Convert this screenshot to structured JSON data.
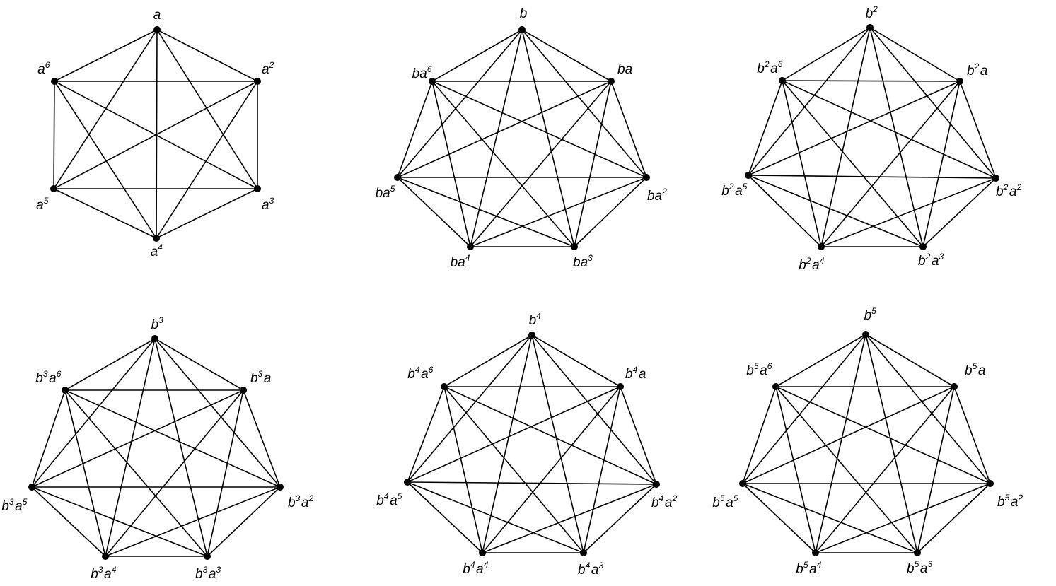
{
  "colors": {
    "edge": "#000000",
    "node": "#000000",
    "background": "#ffffff"
  },
  "graphs": [
    {
      "name": "graph-a",
      "vertices": [
        {
          "label": [
            [
              "a",
              ""
            ]
          ]
        },
        {
          "label": [
            [
              "a",
              "2"
            ]
          ]
        },
        {
          "label": [
            [
              "a",
              "3"
            ]
          ]
        },
        {
          "label": [
            [
              "a",
              "4"
            ]
          ]
        },
        {
          "label": [
            [
              "a",
              "5"
            ]
          ]
        },
        {
          "label": [
            [
              "a",
              "6"
            ]
          ]
        }
      ]
    },
    {
      "name": "graph-b",
      "vertices": [
        {
          "label": [
            [
              "b",
              ""
            ]
          ]
        },
        {
          "label": [
            [
              "b",
              ""
            ],
            [
              "a",
              ""
            ]
          ]
        },
        {
          "label": [
            [
              "b",
              ""
            ],
            [
              "a",
              "2"
            ]
          ]
        },
        {
          "label": [
            [
              "b",
              ""
            ],
            [
              "a",
              "3"
            ]
          ]
        },
        {
          "label": [
            [
              "b",
              ""
            ],
            [
              "a",
              "4"
            ]
          ]
        },
        {
          "label": [
            [
              "b",
              ""
            ],
            [
              "a",
              "5"
            ]
          ]
        },
        {
          "label": [
            [
              "b",
              ""
            ],
            [
              "a",
              "6"
            ]
          ]
        }
      ]
    },
    {
      "name": "graph-b2",
      "vertices": [
        {
          "label": [
            [
              "b",
              "2"
            ]
          ]
        },
        {
          "label": [
            [
              "b",
              "2"
            ],
            [
              "a",
              ""
            ]
          ]
        },
        {
          "label": [
            [
              "b",
              "2"
            ],
            [
              "a",
              "2"
            ]
          ]
        },
        {
          "label": [
            [
              "b",
              "2"
            ],
            [
              "a",
              "3"
            ]
          ]
        },
        {
          "label": [
            [
              "b",
              "2"
            ],
            [
              "a",
              "4"
            ]
          ]
        },
        {
          "label": [
            [
              "b",
              "2"
            ],
            [
              "a",
              "5"
            ]
          ]
        },
        {
          "label": [
            [
              "b",
              "2"
            ],
            [
              "a",
              "6"
            ]
          ]
        }
      ]
    },
    {
      "name": "graph-b3",
      "vertices": [
        {
          "label": [
            [
              "b",
              "3"
            ]
          ]
        },
        {
          "label": [
            [
              "b",
              "3"
            ],
            [
              "a",
              ""
            ]
          ]
        },
        {
          "label": [
            [
              "b",
              "3"
            ],
            [
              "a",
              "2"
            ]
          ]
        },
        {
          "label": [
            [
              "b",
              "3"
            ],
            [
              "a",
              "3"
            ]
          ]
        },
        {
          "label": [
            [
              "b",
              "3"
            ],
            [
              "a",
              "4"
            ]
          ]
        },
        {
          "label": [
            [
              "b",
              "3"
            ],
            [
              "a",
              "5"
            ]
          ]
        },
        {
          "label": [
            [
              "b",
              "3"
            ],
            [
              "a",
              "6"
            ]
          ]
        }
      ]
    },
    {
      "name": "graph-b4",
      "vertices": [
        {
          "label": [
            [
              "b",
              "4"
            ]
          ]
        },
        {
          "label": [
            [
              "b",
              "4"
            ],
            [
              "a",
              ""
            ]
          ]
        },
        {
          "label": [
            [
              "b",
              "4"
            ],
            [
              "a",
              "2"
            ]
          ]
        },
        {
          "label": [
            [
              "b",
              "4"
            ],
            [
              "a",
              "3"
            ]
          ]
        },
        {
          "label": [
            [
              "b",
              "4"
            ],
            [
              "a",
              "4"
            ]
          ]
        },
        {
          "label": [
            [
              "b",
              "4"
            ],
            [
              "a",
              "5"
            ]
          ]
        },
        {
          "label": [
            [
              "b",
              "4"
            ],
            [
              "a",
              "6"
            ]
          ]
        }
      ]
    },
    {
      "name": "graph-b5",
      "vertices": [
        {
          "label": [
            [
              "b",
              "5"
            ]
          ]
        },
        {
          "label": [
            [
              "b",
              "5"
            ],
            [
              "a",
              ""
            ]
          ]
        },
        {
          "label": [
            [
              "b",
              "5"
            ],
            [
              "a",
              "2"
            ]
          ]
        },
        {
          "label": [
            [
              "b",
              "5"
            ],
            [
              "a",
              "3"
            ]
          ]
        },
        {
          "label": [
            [
              "b",
              "5"
            ],
            [
              "a",
              "4"
            ]
          ]
        },
        {
          "label": [
            [
              "b",
              "5"
            ],
            [
              "a",
              "5"
            ]
          ]
        },
        {
          "label": [
            [
              "b",
              "5"
            ],
            [
              "a",
              "6"
            ]
          ]
        }
      ]
    }
  ]
}
